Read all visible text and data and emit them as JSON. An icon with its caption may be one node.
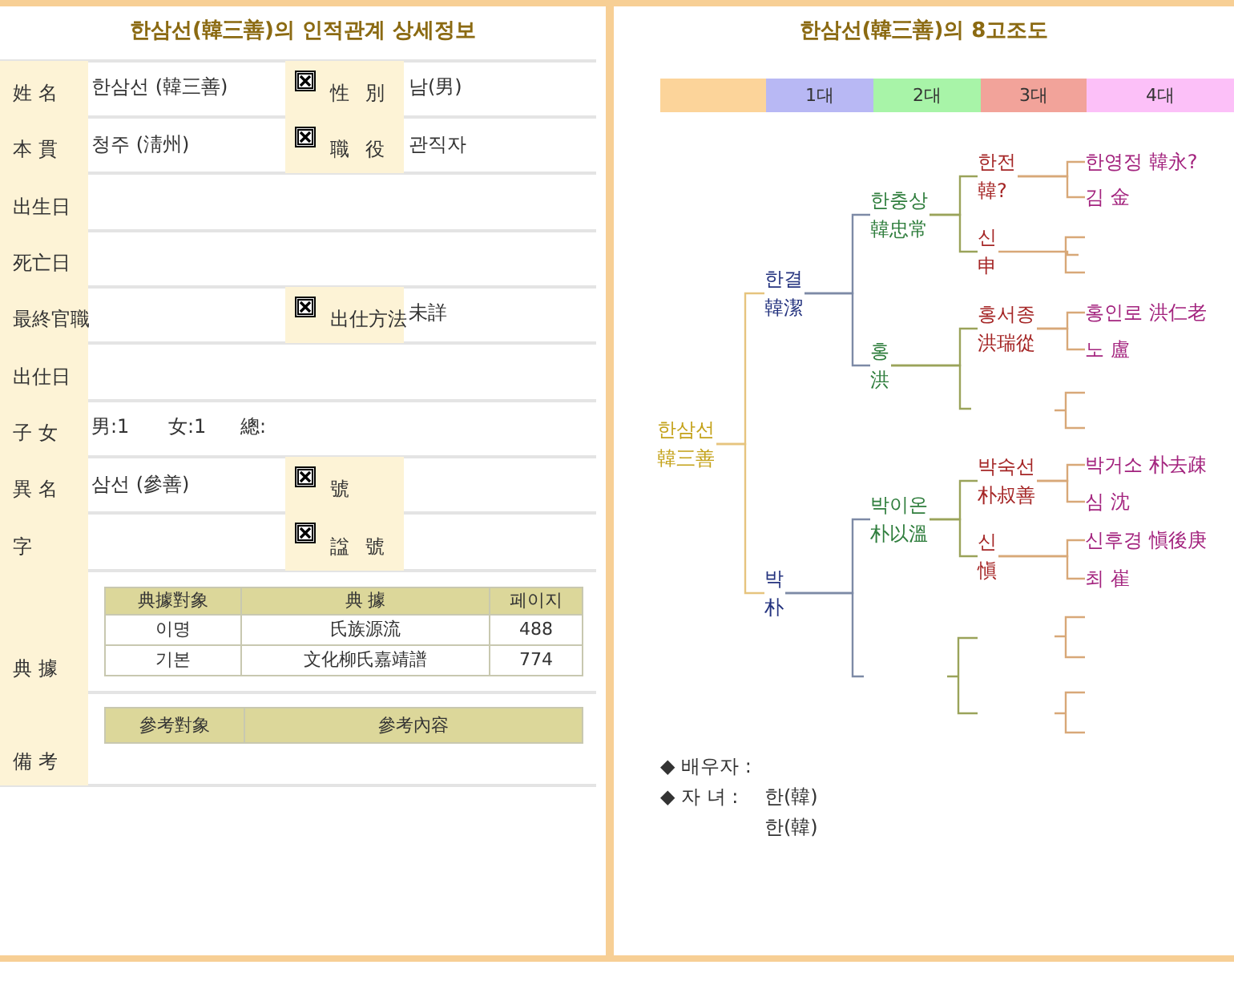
{
  "diagram": {
    "title": "한삼선(韓三善)의 인적관계 상세정보",
    "nodes": [
      {
        "text": [
          "한삼선 韓三善"
        ]
      },
      {
        "text": [
          "한결 韓潔"
        ]
      },
      {
        "text": [
          "박 朴"
        ]
      },
      {
        "text": [
          "한충상 韓忠常"
        ]
      },
      {
        "text": [
          "홍 洪"
        ]
      },
      {
        "text": [
          "박이온 朴以溫"
        ]
      },
      {
        "text": [
          "한전 韓?"
        ]
      },
      {
        "text": [
          "신 申"
        ]
      },
      {
        "text": [
          "홍서종 洪瑞從"
        ]
      },
      {
        "text": [
          "박숙선 朴叔善"
        ]
      },
      {
        "text": [
          "신 愼"
        ]
      },
      {
        "text": [
          "한영정 韓永?"
        ]
      },
      {
        "text": [
          "김 金"
        ]
      },
      {
        "text": [
          "홍인로 洪仁老"
        ]
      },
      {
        "text": [
          "노 盧"
        ]
      },
      {
        "text": [
          "박거소 朴去疎"
        ]
      },
      {
        "text": [
          "심 沈"
        ]
      },
      {
        "text": [
          "신후경 愼後庚"
        ]
      },
      {
        "text": [
          "최 崔"
        ]
      }
    ],
    "edges": [
      {
        "from": 0,
        "to": 1,
        "arrow": "none",
        "color": "#e6c47e"
      },
      {
        "from": 0,
        "to": 2,
        "arrow": "none",
        "color": "#e6c47e"
      },
      {
        "from": 1,
        "to": 3,
        "arrow": "none",
        "color": "#7d8aa6"
      },
      {
        "from": 1,
        "to": 4,
        "arrow": "none",
        "color": "#7d8aa6"
      },
      {
        "from": 2,
        "to": 5,
        "arrow": "none",
        "color": "#7d8aa6"
      },
      {
        "from": 2,
        "to": null,
        "arrow": "none",
        "color": "#7d8aa6"
      },
      {
        "from": 3,
        "to": 6,
        "arrow": "none",
        "color": "#9aa35a"
      },
      {
        "from": 3,
        "to": 7,
        "arrow": "none",
        "color": "#9aa35a"
      },
      {
        "from": 4,
        "to": 8,
        "arrow": "none",
        "color": "#9aa35a"
      },
      {
        "from": 4,
        "to": null,
        "arrow": "none",
        "color": "#9aa35a"
      },
      {
        "from": 5,
        "to": 9,
        "arrow": "none",
        "color": "#9aa35a"
      },
      {
        "from": 5,
        "to": 10,
        "arrow": "none",
        "color": "#9aa35a"
      },
      {
        "from": 6,
        "to": 11,
        "arrow": "none"
      },
      {
        "from": 6,
        "to": 12,
        "arrow": "none"
      },
      {
        "from": 7,
        "to": null,
        "arrow": "none"
      },
      {
        "from": 8,
        "to": 13,
        "arrow": "none"
      },
      {
        "from": 8,
        "to": 14,
        "arrow": "none"
      },
      {
        "from": 9,
        "to": 15,
        "arrow": "none"
      },
      {
        "from": 9,
        "to": 16,
        "arrow": "none"
      },
      {
        "from": 10,
        "to": 17,
        "arrow": "none"
      },
      {
        "from": 10,
        "to": 18,
        "arrow": "none"
      }
    ],
    "labels": [
      "姓 名",
      "한삼선 (韓三善)",
      "性 別",
      "남(男)",
      "本 貫",
      "청주 (淸州)",
      "職 役",
      "관직자",
      "出生日",
      "死亡日",
      "最終官職",
      "出仕方法",
      "未詳",
      "出仕日",
      "子 女",
      "男:1",
      "女:1",
      "總:",
      "異 名",
      "삼선 (參善)",
      "號",
      "字",
      "諡 號",
      "典 據",
      "典據對象",
      "典 據",
      "페이지",
      "이명",
      "氏族源流",
      "488",
      "기본",
      "文化柳氏嘉靖譜",
      "774",
      "備 考",
      "參考對象",
      "參考內容",
      "한삼선(韓三善)의 8고조도",
      "1대",
      "2대",
      "3대",
      "4대",
      "◆ 배우자 :",
      "◆ 자 녀 :",
      "한(韓)",
      "한(韓)"
    ]
  }
}
